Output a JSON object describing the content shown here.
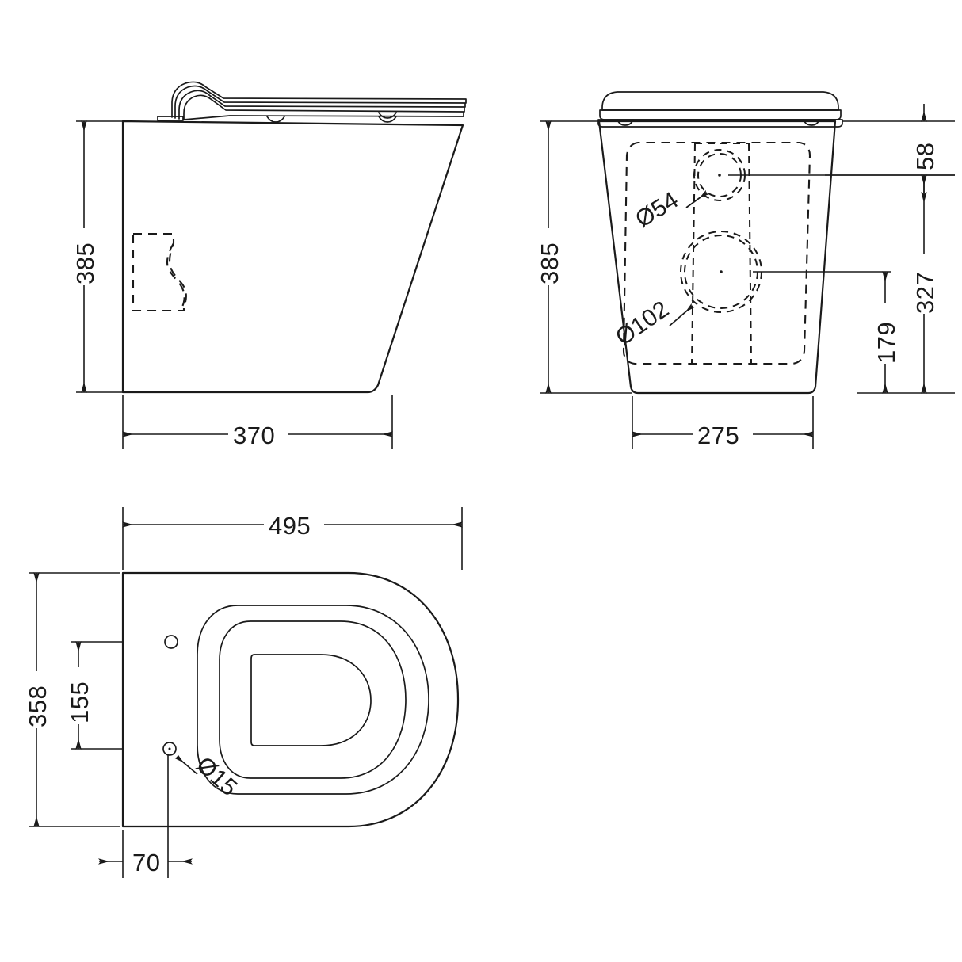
{
  "drawing": {
    "title": "Toilet pan technical drawing",
    "units": "mm",
    "line_color": "#1a1a1a",
    "background_color": "#ffffff"
  },
  "views": {
    "side": {
      "name": "side-elevation",
      "dimensions": {
        "height": "385",
        "depth_base": "370"
      }
    },
    "back": {
      "name": "back-elevation",
      "dimensions": {
        "height": "385",
        "seat_thickness": "58",
        "soil_outlet_height": "327",
        "water_inlet_height": "179",
        "width_base": "275",
        "inlet_diameter": "Ø54",
        "outlet_diameter": "Ø102"
      }
    },
    "top": {
      "name": "plan-view",
      "dimensions": {
        "length": "495",
        "width": "358",
        "fixing_centres": "155",
        "fixing_offset": "70",
        "fixing_hole_diameter": "Ø15"
      }
    }
  },
  "labels": {
    "side_height": "385",
    "side_depth": "370",
    "back_height": "385",
    "back_seat": "58",
    "back_outlet": "327",
    "back_inlet": "179",
    "back_width": "275",
    "dia_54": "Ø54",
    "dia_102": "Ø102",
    "top_length": "495",
    "top_width": "358",
    "top_155": "155",
    "top_70": "70",
    "dia_15": "Ø15"
  }
}
